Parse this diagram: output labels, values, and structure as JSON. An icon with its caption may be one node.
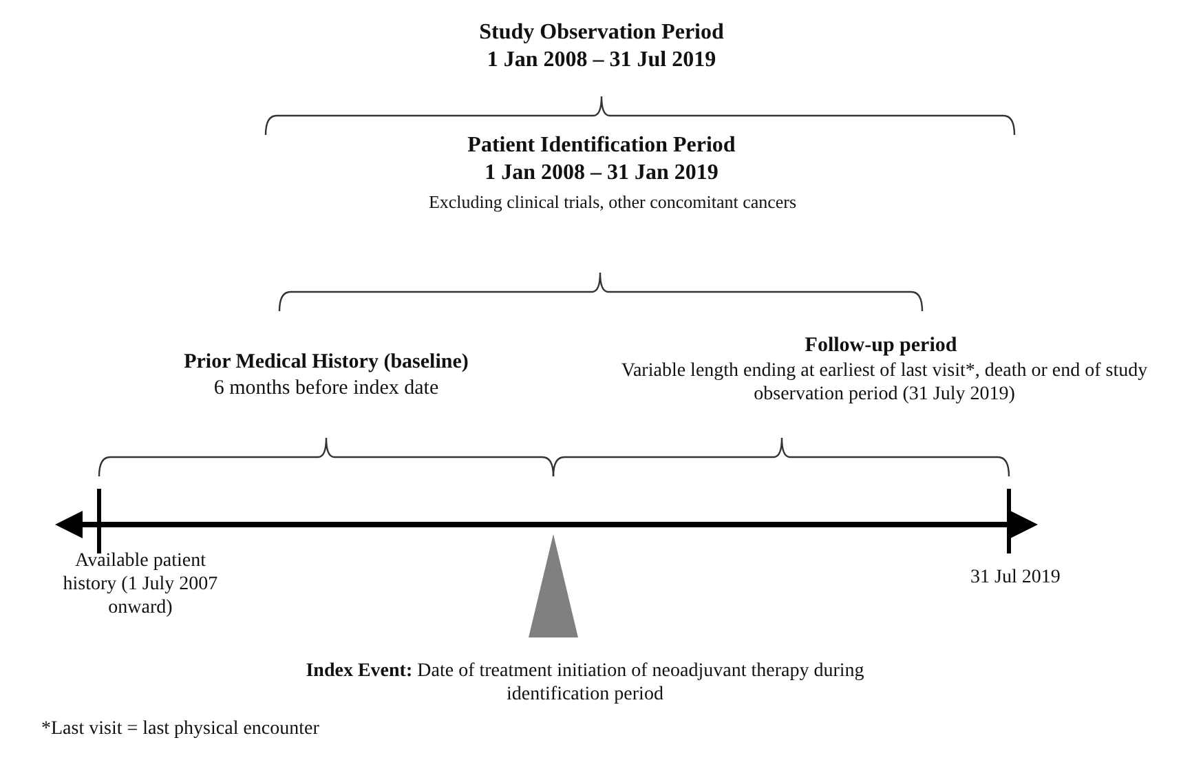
{
  "diagram": {
    "labels": [
      "Study Observation Period",
      "1 Jan 2008 – 31 Jul 2019",
      "Patient Identification Period",
      "1 Jan 2008 – 31 Jan 2019",
      "Excluding clinical trials, other concomitant cancers",
      "Prior Medical History (baseline)",
      "6 months before index date",
      "Follow-up period",
      "Variable length ending at earliest of last visit*, death or end of study observation period (31 July 2019)",
      "Available patient history (1 July 2007 onward)",
      "31 Jul 2019",
      "**Index Event:** Date of treatment initiation of neoadjuvant therapy during identification period",
      "*Last visit = last physical encounter"
    ]
  }
}
